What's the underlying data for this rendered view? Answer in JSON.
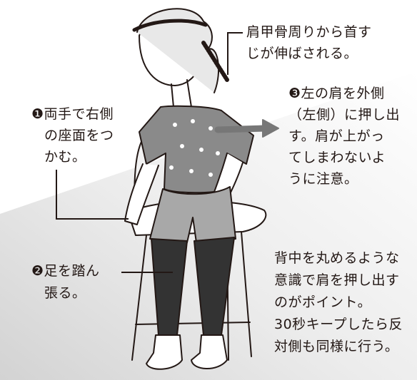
{
  "colors": {
    "ink": "#231815",
    "arrow": "#777777",
    "shirt": "#8a8a8a",
    "shorts": "#a8a8a8",
    "skin": "#ffffff",
    "shadow_gradient": "#c9c9c9"
  },
  "annotations": {
    "neck": {
      "lines": [
        "肩甲骨周りから首す",
        "じが伸ばされる。"
      ]
    },
    "step1": {
      "lines": [
        "❶両手で右側",
        "の座面をつ",
        "かむ。"
      ]
    },
    "step2": {
      "lines": [
        "❷足を踏ん",
        "張る。"
      ]
    },
    "step3": {
      "lines": [
        "❸左の肩を外側",
        "（左側）に押し出",
        "す。肩が上がっ",
        "てしまわないよ",
        "うに注意。"
      ]
    },
    "tip": {
      "lines": [
        "背中を丸めるような",
        "意識で肩を押し出す",
        "のがポイント。",
        "30秒キープしたら反",
        "対側も同様に行う。"
      ]
    }
  }
}
